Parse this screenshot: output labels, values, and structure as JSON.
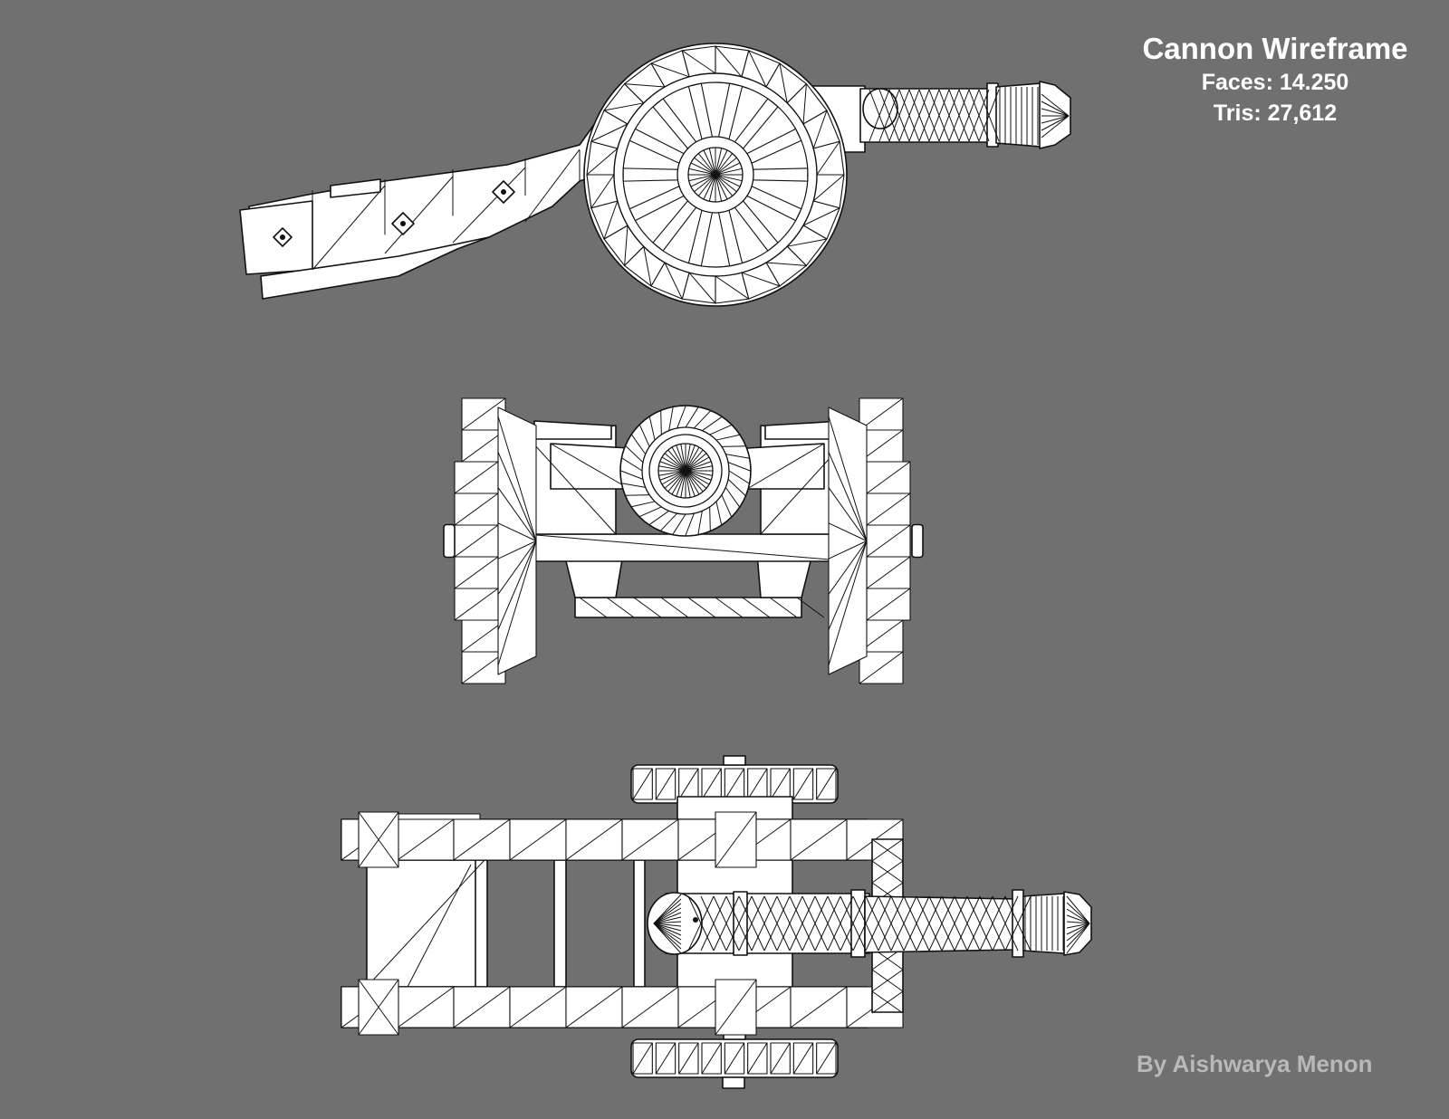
{
  "info": {
    "title": "Cannon Wireframe",
    "faces": "Faces: 14.250",
    "tris": "Tris: 27,612"
  },
  "credit": "By Aishwarya Menon",
  "colors": {
    "background": "#707070",
    "mesh_fill": "#ffffff",
    "wire": "#111111",
    "credit_text": "#b9b9b9"
  }
}
